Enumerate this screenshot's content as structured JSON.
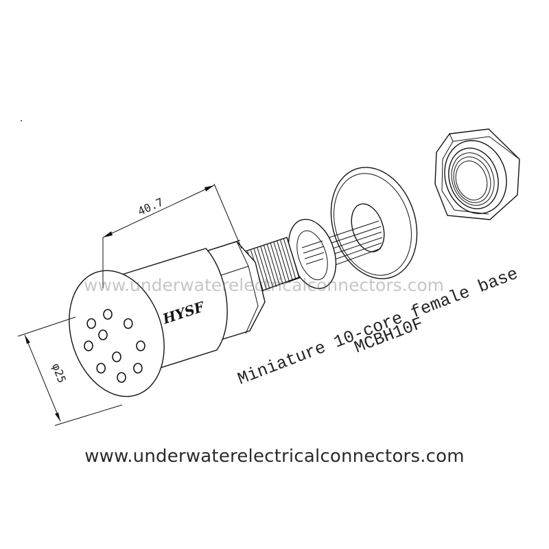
{
  "dimensions": {
    "length": "40.7",
    "diameter": "φ25"
  },
  "brand_mark": "HYSF",
  "caption": {
    "line1": "Miniature 10-core female base",
    "line2": "MCBH10F"
  },
  "watermark": "www.underwaterelectricalconnectors.com",
  "footer_url": "www.underwaterelectricalconnectors.com",
  "socket_count": 10
}
